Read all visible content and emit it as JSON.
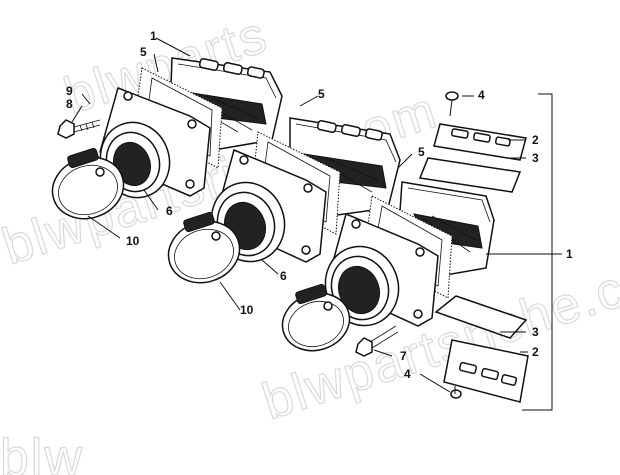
{
  "watermark": {
    "line1": "blwpartsriche.com",
    "line2": "blwpartsriche.com",
    "line3": "blw",
    "top": "blwparts"
  },
  "callouts": {
    "c1_top": "1",
    "c1_right": "1",
    "c2_top": "2",
    "c2_bottom": "2",
    "c3_top": "3",
    "c3_bottom": "3",
    "c4_top": "4",
    "c4_bottom": "4",
    "c5_a": "5",
    "c5_b": "5",
    "c5_c": "5",
    "c6_a": "6",
    "c6_b": "6",
    "c7": "7",
    "c8": "8",
    "c9": "9",
    "c10_a": "10",
    "c10_b": "10"
  }
}
